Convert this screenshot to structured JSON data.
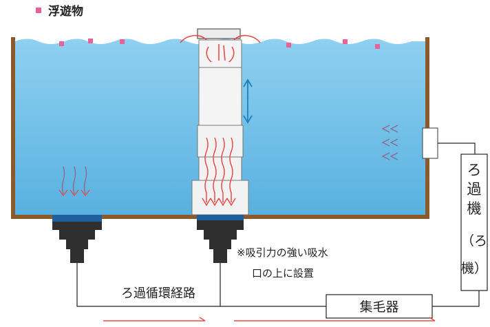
{
  "legend": {
    "marker_color": "#e8629a",
    "label": "浮遊物"
  },
  "labels": {
    "filter_machine": [
      "ろ",
      "過",
      "機"
    ],
    "filter_machine_paren": [
      "（ろ",
      "機）"
    ],
    "loop_path": "ろ過循環経路",
    "hair_catcher": "集毛器",
    "note_line1": "※吸引力の強い吸水",
    "note_line2": "口の上に設置"
  },
  "colors": {
    "water": "#62b8e4",
    "water_light": "#9fd6f2",
    "tank_wall": "#8b5a2b",
    "drain": "#2f2f2f",
    "drain_cap": "#1e5f9e",
    "flow_arrow": "#e84a4a",
    "suction_arrow": "#8a6a8e",
    "float_arrow": "#1f7fb8",
    "pipe": "#222222"
  },
  "icons": {
    "legend_marker": "pink-square-icon",
    "bidirectional": "double-arrow-icon"
  }
}
